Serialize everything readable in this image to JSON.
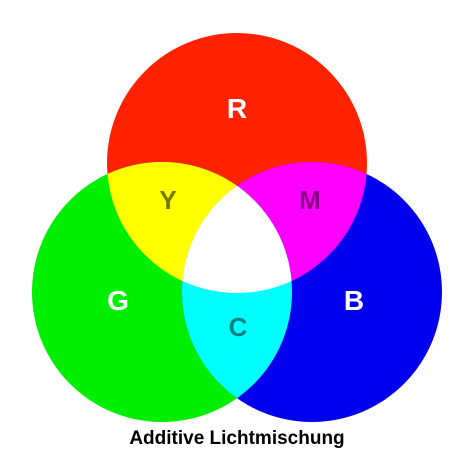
{
  "caption": "Additive Lichtmischung",
  "primaries": {
    "red": {
      "label": "R",
      "fill": "#ff2200",
      "text_color": "#ffffff"
    },
    "green": {
      "label": "G",
      "fill": "#00ee00",
      "text_color": "#ffffff"
    },
    "blue": {
      "label": "B",
      "fill": "#0000ee",
      "text_color": "#ffffff"
    }
  },
  "mixtures": {
    "yellow": {
      "label": "Y",
      "fill": "#ffff00",
      "text_color": "#777700"
    },
    "magenta": {
      "label": "M",
      "fill": "#ff00ff",
      "text_color": "#880088"
    },
    "cyan": {
      "label": "C",
      "fill": "#00ffff",
      "text_color": "#008080"
    },
    "white": {
      "fill": "#ffffff"
    }
  }
}
